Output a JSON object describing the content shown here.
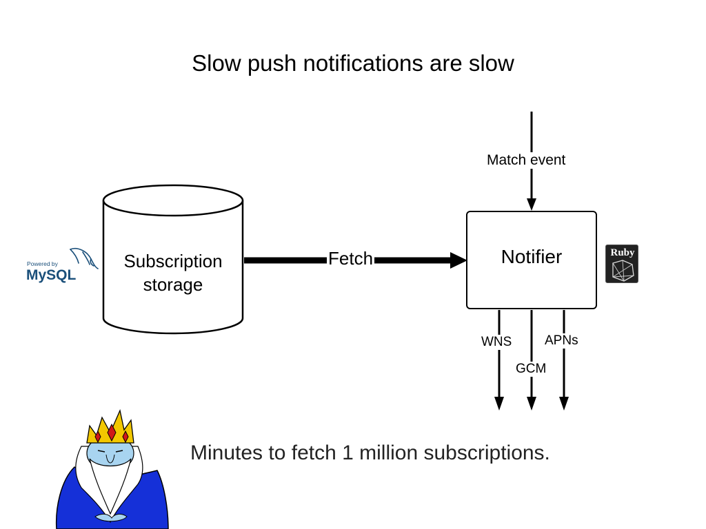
{
  "slide": {
    "title": "Slow push notifications are slow",
    "caption": "Minutes to fetch 1 million subscriptions."
  },
  "diagram": {
    "storage": {
      "label_line1": "Subscription",
      "label_line2": "storage"
    },
    "notifier": {
      "label": "Notifier"
    },
    "edges": {
      "fetch": "Fetch",
      "match_event": "Match event",
      "wns": "WNS",
      "gcm": "GCM",
      "apns": "APNs"
    }
  },
  "logos": {
    "mysql": {
      "powered_by": "Powered by",
      "name": "MySQL"
    },
    "ruby": {
      "name": "Ruby"
    }
  },
  "colors": {
    "ice_king_robe": "#1530d8",
    "crown": "#f2c800",
    "gems": "#d01818",
    "mysql_blue": "#1a4f7a"
  }
}
